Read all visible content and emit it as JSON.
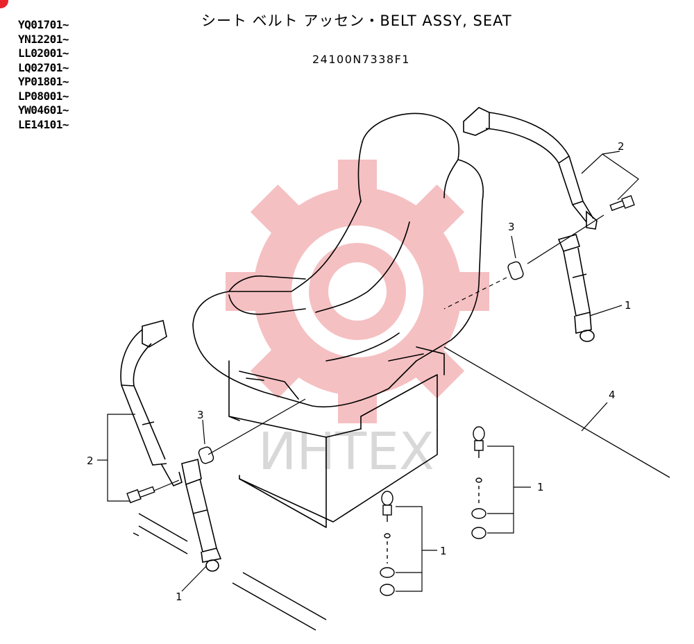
{
  "header": {
    "title": "シート ベルト アッセン・BELT ASSY, SEAT",
    "part_number": "24100N7338F1"
  },
  "serials": [
    "YQ01701~",
    "YN12201~",
    "LL02001~",
    "LQ02701~",
    "YP01801~",
    "LP08001~",
    "YW04601~",
    "LE14101~"
  ],
  "callouts": {
    "belt_right": "1",
    "belt_left": "1",
    "anchor_bolt_center": "1",
    "anchor_bolt_right": "1",
    "shoulder_belt_right": "2",
    "shoulder_belt_left": "2",
    "spacer_right": "3",
    "spacer_left": "3",
    "seat": "4"
  },
  "watermark": {
    "text": "ИНТЕХ",
    "color": "#e8232c"
  },
  "colors": {
    "line": "#000000",
    "watermark_gear": "#f4b6b8"
  }
}
